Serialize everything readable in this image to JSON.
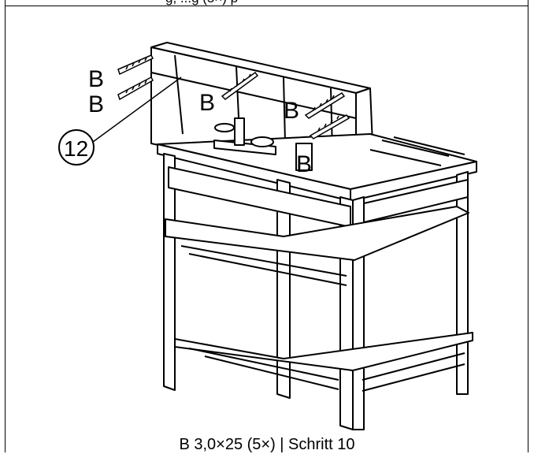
{
  "page": {
    "top_text": "g, ...g (5×) p",
    "caption": "B 3,0×25 (5×) | Schritt 10"
  },
  "labels": {
    "screw_b": "B",
    "part_number": "12"
  }
}
